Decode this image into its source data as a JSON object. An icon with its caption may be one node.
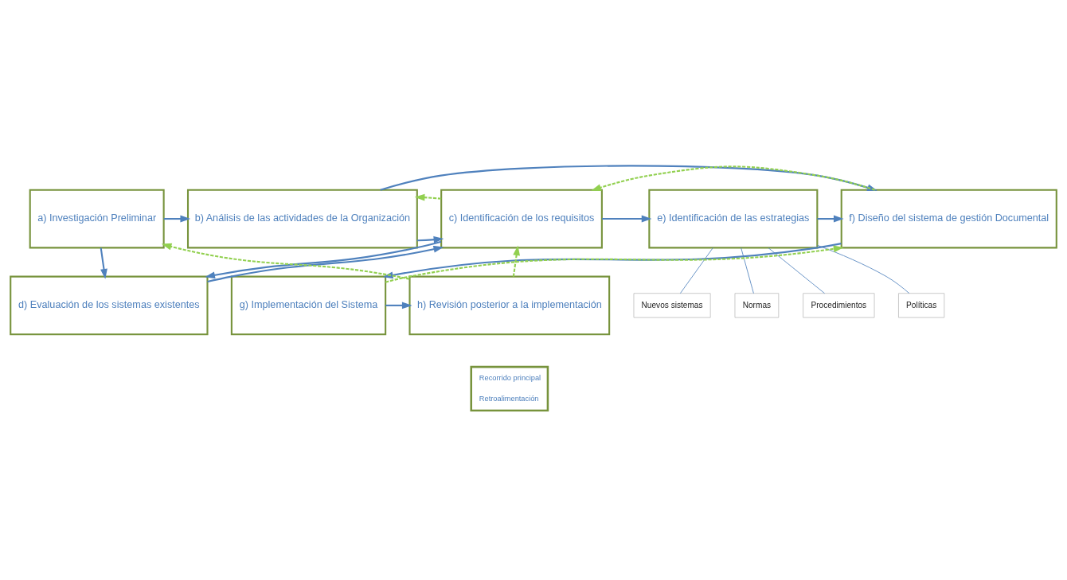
{
  "diagram": {
    "nodes": [
      {
        "text": [
          "a) Investigación Preliminar"
        ]
      },
      {
        "text": [
          "b) Análisis de las actividades de la Organización"
        ]
      },
      {
        "text": [
          "c) Identificación de los requisitos"
        ]
      },
      {
        "text": [
          "e) Identificación de las estrategias"
        ]
      },
      {
        "text": [
          "f) Diseño del sistema de gestión Documental"
        ]
      },
      {
        "text": [
          "Políticas"
        ]
      },
      {
        "text": [
          "Nuevos sistemas"
        ]
      },
      {
        "text": [
          "Normas"
        ]
      },
      {
        "text": [
          "Procedimientos"
        ]
      },
      {
        "text": [
          "d) Evaluación de los sistemas existentes"
        ]
      },
      {
        "text": [
          "h) Revisión posterior a la implementación"
        ]
      },
      {
        "text": [
          "g) Implementación del Sistema"
        ]
      }
    ],
    "edges": [
      {
        "from": 0,
        "to": 1,
        "arrow": "to"
      },
      {
        "from": 1,
        "to": 2,
        "arrow": "to"
      },
      {
        "from": 2,
        "to": 1,
        "arrow": "to",
        "style": "dashed",
        "color": "#92d050"
      },
      {
        "from": 2,
        "to": 3,
        "arrow": "to"
      },
      {
        "from": 3,
        "to": 4,
        "arrow": "to"
      },
      {
        "from": 1,
        "to": 4,
        "arrow": "to"
      },
      {
        "from": 0,
        "to": 9,
        "arrow": "to"
      },
      {
        "from": 9,
        "to": 2,
        "arrow": "to"
      },
      {
        "from": 2,
        "to": 9,
        "arrow": "to"
      },
      {
        "from": 3,
        "to": 5,
        "arrow": "none"
      },
      {
        "from": 3,
        "to": 7,
        "arrow": "none"
      },
      {
        "from": 3,
        "to": 8,
        "arrow": "none"
      },
      {
        "from": 3,
        "to": 6,
        "arrow": "none"
      },
      {
        "from": 4,
        "to": 2,
        "arrow": "to",
        "style": "dashed",
        "color": "#92d050"
      },
      {
        "from": 4,
        "to": 11,
        "arrow": "to"
      },
      {
        "from": 11,
        "to": 10,
        "arrow": "to"
      },
      {
        "from": 11,
        "to": 4,
        "arrow": "to",
        "style": "dashed",
        "color": "#92d050"
      },
      {
        "from": 10,
        "to": 2,
        "arrow": "to",
        "style": "dashed",
        "color": "#92d050"
      },
      {
        "from": 10,
        "to": 0,
        "arrow": "to",
        "style": "dashed",
        "color": "#92d050"
      }
    ],
    "legend": [
      {
        "text": "Recorrido principal"
      },
      {
        "text": "Retroalimentación"
      }
    ]
  }
}
